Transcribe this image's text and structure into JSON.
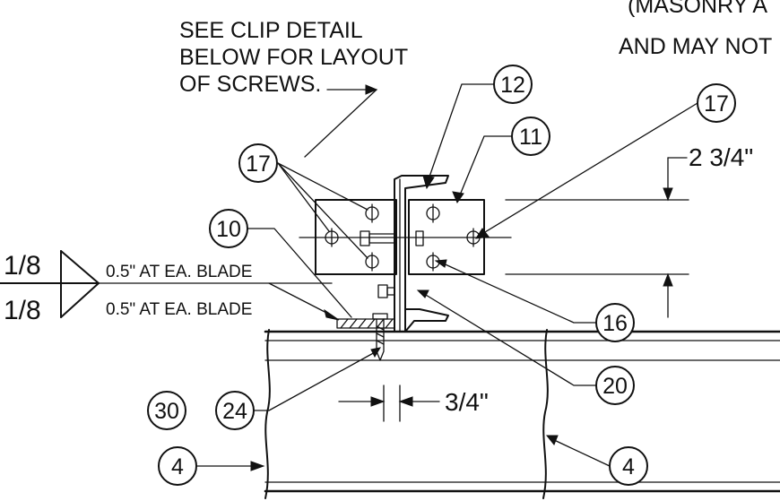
{
  "notes": {
    "clip_detail": [
      "SEE CLIP DETAIL",
      "BELOW FOR LAYOUT",
      "OF SCREWS."
    ],
    "masonry": [
      "(MASONRY A",
      "AND MAY NOT"
    ]
  },
  "weld": {
    "top_size": "1/8",
    "bottom_size": "1/8",
    "top_note": "0.5\" AT EA. BLADE",
    "bottom_note": "0.5\" AT EA. BLADE"
  },
  "dimensions": {
    "clip_height": "2 3/4\"",
    "gap": "3/4\""
  },
  "callouts": {
    "c12": "12",
    "c11": "11",
    "c17_left": "17",
    "c17_right": "17",
    "c10": "10",
    "c16": "16",
    "c20": "20",
    "c30": "30",
    "c24": "24",
    "c4_left": "4",
    "c4_right": "4"
  }
}
